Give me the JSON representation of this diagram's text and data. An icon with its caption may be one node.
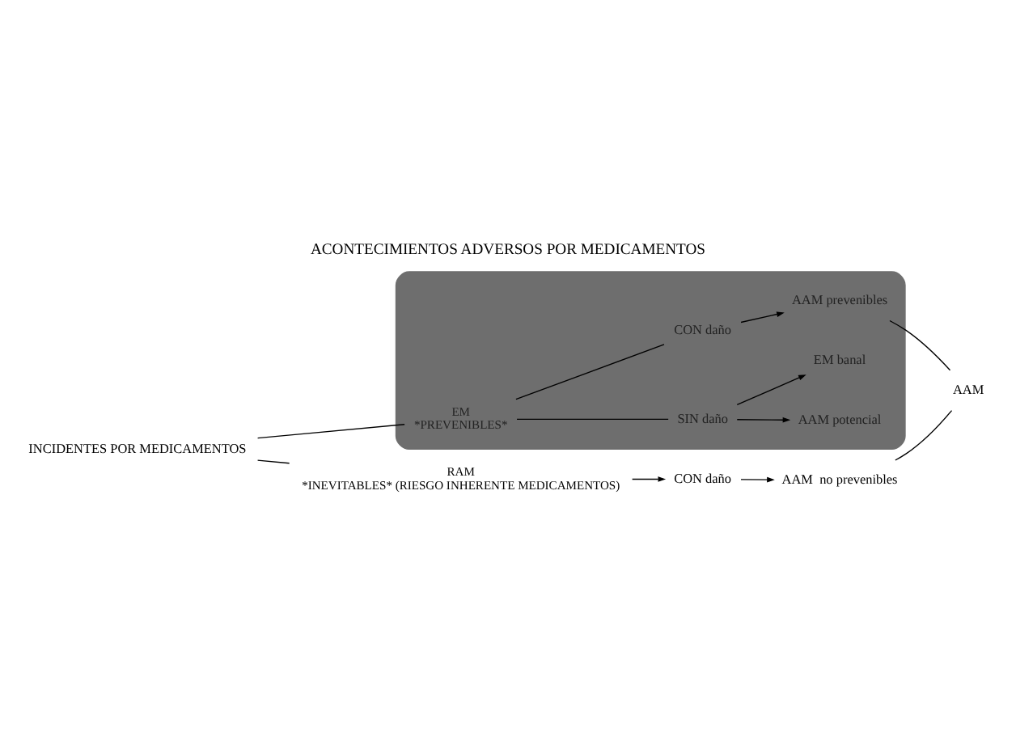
{
  "diagram": {
    "title": "ACONTECIMIENTOS ADVERSOS POR MEDICAMENTOS",
    "nodes": [
      {
        "text": [
          "INCIDENTES POR MEDICAMENTOS"
        ]
      },
      {
        "text": [],
        "shape": "ellipse"
      },
      {
        "text": [
          "EM",
          "*PREVENIBLES*"
        ],
        "in": 1
      },
      {
        "text": [
          "SIN daño"
        ],
        "in": 1
      },
      {
        "text": [
          "AAM potencial"
        ],
        "in": 1
      },
      {
        "text": [
          "EM banal"
        ],
        "in": 1
      },
      {
        "text": [
          "CON daño"
        ],
        "in": 1
      },
      {
        "text": [
          "AAM prevenibles"
        ],
        "in": 1
      },
      {
        "text": [
          "RAM",
          "*INEVITABLES* (RIESGO INHERENTE MEDICAMENTOS)"
        ]
      },
      {
        "text": [
          "CON daño"
        ]
      },
      {
        "text": [
          "AAM  no prevenibles"
        ]
      },
      {
        "text": [
          "AAM"
        ]
      }
    ],
    "edges": [
      {
        "from": 0,
        "to": 2,
        "arrow": "none"
      },
      {
        "from": 0,
        "to": 8,
        "arrow": "none"
      },
      {
        "from": 2,
        "to": 3,
        "arrow": "none"
      },
      {
        "from": 2,
        "to": 6,
        "arrow": "none"
      },
      {
        "from": 3,
        "to": 4,
        "arrow": "to"
      },
      {
        "from": 3,
        "to": 5,
        "arrow": "to"
      },
      {
        "from": 6,
        "to": 7,
        "arrow": "to"
      },
      {
        "from": 8,
        "to": 9,
        "arrow": "to"
      },
      {
        "from": 9,
        "to": 10,
        "arrow": "to"
      },
      {
        "from": 7,
        "to": 11,
        "arrow": "none"
      },
      {
        "from": 10,
        "to": 11,
        "arrow": "none"
      }
    ]
  }
}
